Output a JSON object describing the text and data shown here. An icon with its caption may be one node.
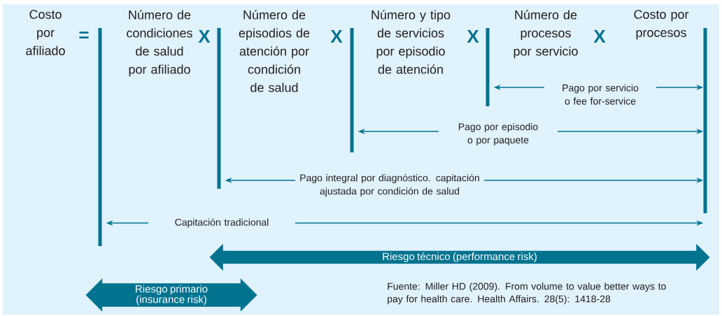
{
  "diagram": {
    "nodes": [
      {
        "text": [],
        "shape": "bar"
      },
      {
        "text": [],
        "shape": "bar"
      },
      {
        "text": [],
        "shape": "bar"
      },
      {
        "text": [],
        "shape": "bar"
      },
      {
        "text": [],
        "shape": "bar"
      },
      {
        "text": [
          "Riesgo técnico (performance risk)"
        ]
      },
      {
        "text": [
          "Riesgo primario (insurance risk)"
        ]
      }
    ],
    "edges": [
      {
        "from": 3,
        "to": 4,
        "arrow": "both",
        "label": "Pago por servicio o fee for-service"
      },
      {
        "from": 2,
        "to": 4,
        "arrow": "both",
        "label": "Pago por episodio o por paquete"
      },
      {
        "from": 1,
        "to": 4,
        "arrow": "both",
        "label": "Pago integral por diagnóstico. capitación ajustada por condición de salud"
      },
      {
        "from": 0,
        "to": 4,
        "arrow": "both",
        "label": "Capitación tradicional"
      }
    ],
    "labels": [
      "Costo por afiliado",
      "=",
      "Número de condiciones de salud por afiliado",
      "X",
      "Número de episodios de atención por condición de salud",
      "X",
      "Número y tipo de servicios por episodio de atención",
      "X",
      "Número de procesos por servicio",
      "X",
      "Costo por procesos"
    ],
    "caption": "Fuente: Miller HD (2009). From volume to value better ways to pay for health care. Health Affairs. 28(5): 1418-28"
  }
}
